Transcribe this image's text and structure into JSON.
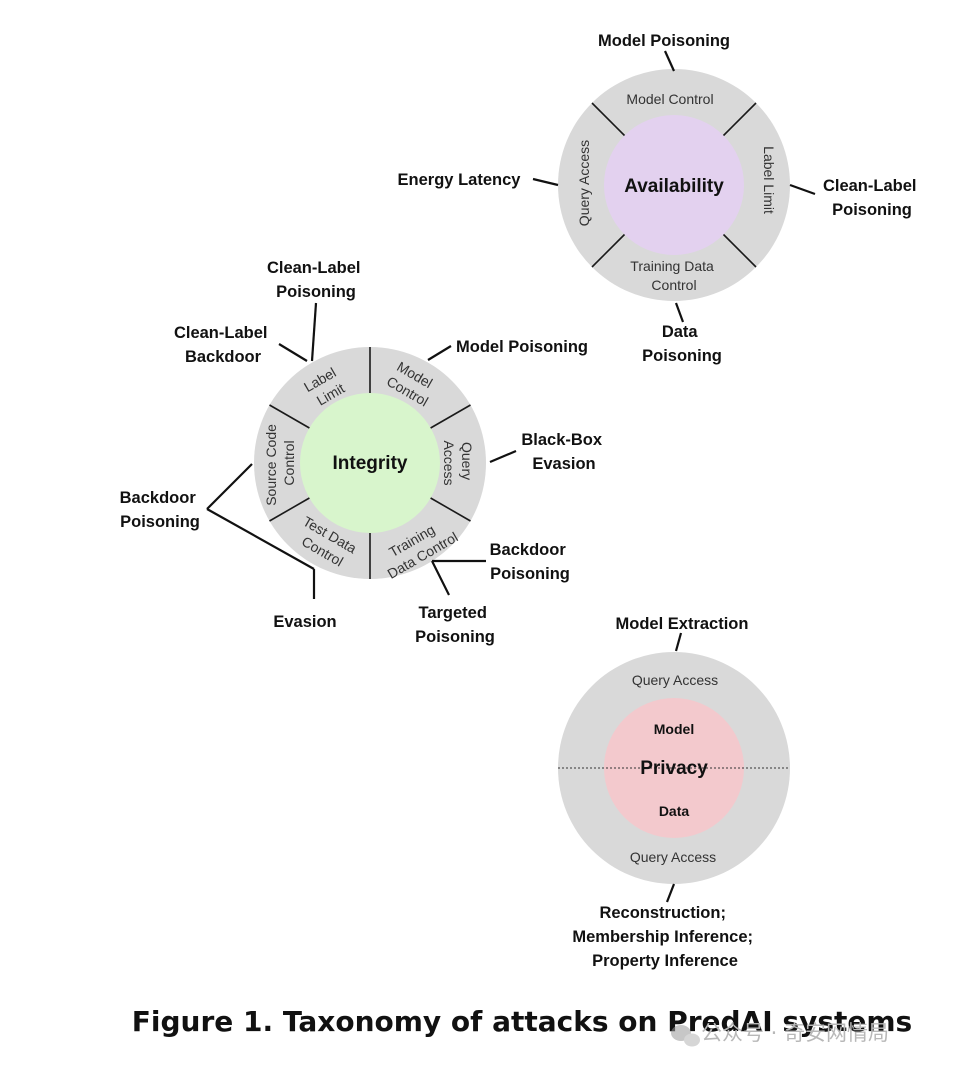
{
  "availability": {
    "core": "Availability",
    "segments": {
      "model_control": "Model Control",
      "label_limit": "Label Limit",
      "training_data_control": [
        "Training Data",
        "Control"
      ],
      "query_access": "Query Access"
    },
    "attacks": {
      "model_poisoning": "Model Poisoning",
      "energy_latency": "Energy Latency",
      "clean_label_poisoning": [
        "Clean-Label",
        "Poisoning"
      ],
      "data_poisoning": [
        "Data",
        "Poisoning"
      ]
    },
    "colors": {
      "core": "#e3d1ef",
      "ring": "#d9d9d9"
    }
  },
  "integrity": {
    "core": "Integrity",
    "segments": {
      "label_limit": [
        "Label",
        "Limit"
      ],
      "model_control": [
        "Model",
        "Control"
      ],
      "query_access": [
        "Query",
        "Access"
      ],
      "training_data_control": [
        "Training",
        "Data Control"
      ],
      "test_data_control": [
        "Test Data",
        "Control"
      ],
      "source_code_control": [
        "Source Code",
        "Control"
      ]
    },
    "attacks": {
      "clean_label_poisoning": [
        "Clean-Label",
        "Poisoning"
      ],
      "clean_label_backdoor": [
        "Clean-Label",
        "Backdoor"
      ],
      "model_poisoning": "Model Poisoning",
      "black_box_evasion": [
        "Black-Box",
        "Evasion"
      ],
      "backdoor_poisoning_right": [
        "Backdoor",
        "Poisoning"
      ],
      "targeted_poisoning": [
        "Targeted",
        "Poisoning"
      ],
      "evasion": "Evasion",
      "backdoor_poisoning_left": [
        "Backdoor",
        "Poisoning"
      ]
    },
    "colors": {
      "core": "#d8f5cc",
      "ring": "#d9d9d9"
    }
  },
  "privacy": {
    "core": "Privacy",
    "core_top": "Model",
    "core_bottom": "Data",
    "segments": {
      "query_access_top": "Query Access",
      "query_access_bottom": "Query Access"
    },
    "attacks": {
      "model_extraction": "Model Extraction",
      "data_attacks": [
        "Reconstruction;",
        "Membership Inference;",
        "Property Inference"
      ]
    },
    "colors": {
      "core": "#f3c9cd",
      "ring": "#d9d9d9"
    }
  },
  "caption": "Figure 1.  Taxonomy of attacks on PredAI systems",
  "watermark": "公众号 · 奇安网情局"
}
